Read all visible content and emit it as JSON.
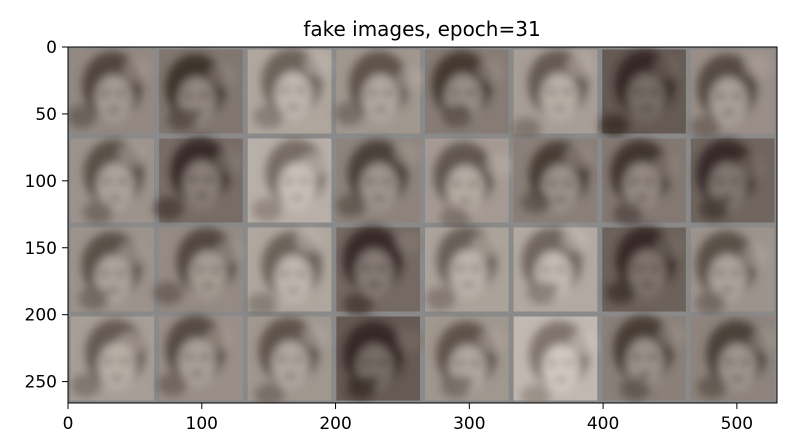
{
  "title": "fake images,  epoch=31",
  "image": {
    "description": "grid of generated face images",
    "rows": 4,
    "cols": 8,
    "tone": "sepia grayscale",
    "border_color": "#8a8a8a",
    "tile_base_color": "#b8aca4",
    "dark_color": "#2e221c",
    "light_color": "#e6e0da"
  },
  "axes": {
    "x_range": [
      0,
      530
    ],
    "y_range": [
      0,
      266
    ],
    "y_inverted": true,
    "x_ticks": [
      "0",
      "100",
      "200",
      "300",
      "400",
      "500"
    ],
    "x_tick_values": [
      0,
      100,
      200,
      300,
      400,
      500
    ],
    "y_ticks": [
      "0",
      "50",
      "100",
      "150",
      "200",
      "250"
    ],
    "y_tick_values": [
      0,
      50,
      100,
      150,
      200,
      250
    ]
  },
  "tile_brightness": [
    [
      0.55,
      0.45,
      0.7,
      0.62,
      0.48,
      0.66,
      0.3,
      0.58
    ],
    [
      0.6,
      0.4,
      0.75,
      0.52,
      0.64,
      0.5,
      0.46,
      0.36
    ],
    [
      0.6,
      0.56,
      0.7,
      0.38,
      0.68,
      0.72,
      0.34,
      0.6
    ],
    [
      0.66,
      0.58,
      0.62,
      0.3,
      0.62,
      0.8,
      0.5,
      0.52
    ]
  ]
}
